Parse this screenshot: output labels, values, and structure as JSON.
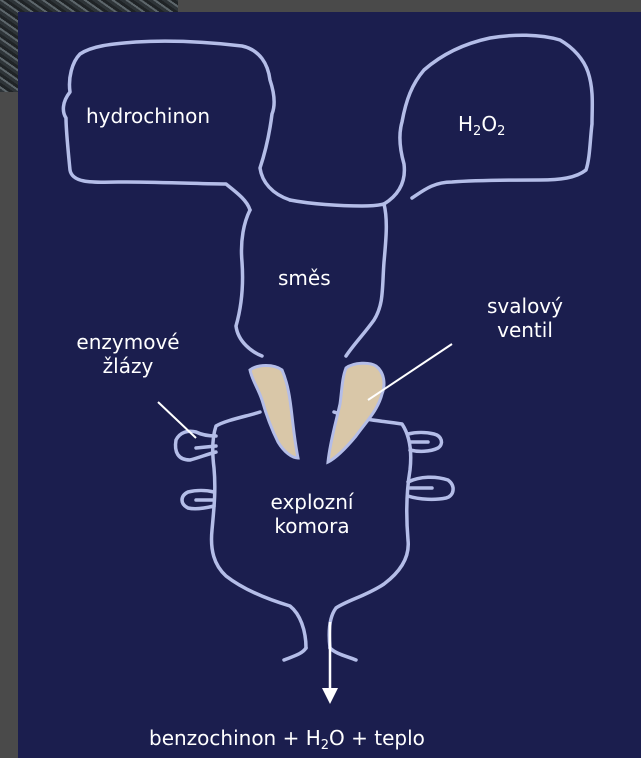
{
  "colors": {
    "background": "#4a4a4a",
    "panel": "#1b1e4e",
    "outline": "#b4bde8",
    "valve_fill": "#d9c7a8",
    "text": "#ffffff"
  },
  "labels": {
    "hydroquinone": "hydrochinon",
    "peroxide": {
      "base": "H",
      "sub1": "2",
      "mid": "O",
      "sub2": "2"
    },
    "mixture": "směs",
    "muscle_valve_line1": "svalový",
    "muscle_valve_line2": "ventil",
    "enzyme_glands_line1": "enzymové",
    "enzyme_glands_line2": "žlázy",
    "chamber_line1": "explozní",
    "chamber_line2": "komora",
    "products": {
      "part1": "benzochinon + H",
      "sub": "2",
      "part2": "O + teplo"
    }
  }
}
